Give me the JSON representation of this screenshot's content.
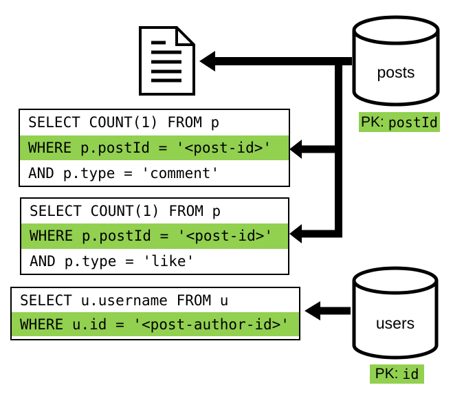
{
  "colors": {
    "highlight": "#92d050",
    "ink": "#000000",
    "background": "#ffffff"
  },
  "document_node": {
    "icon": "document-icon"
  },
  "databases": {
    "posts": {
      "icon": "database-cylinder-icon",
      "name": "posts",
      "pk_label": "PK:",
      "pk_value": "postId"
    },
    "users": {
      "icon": "database-cylinder-icon",
      "name": "users",
      "pk_label": "PK:",
      "pk_value": "id"
    }
  },
  "queries": {
    "comment_count": {
      "lines": [
        "SELECT COUNT(1) FROM p",
        "WHERE p.postId = '<post-id>'",
        "AND p.type = 'comment'"
      ],
      "highlighted_line": 1
    },
    "like_count": {
      "lines": [
        "SELECT COUNT(1) FROM p",
        "WHERE p.postId = '<post-id>'",
        "AND p.type = 'like'"
      ],
      "highlighted_line": 1
    },
    "author_username": {
      "lines": [
        "SELECT u.username FROM u",
        "WHERE u.id = '<post-author-id>'"
      ],
      "highlighted_line": 1
    }
  }
}
